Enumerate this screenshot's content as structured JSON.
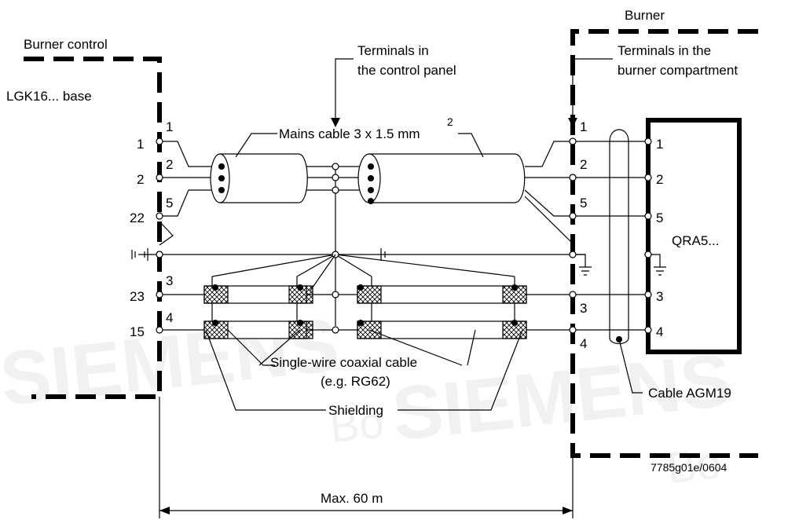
{
  "watermarks": [
    "SIEMENS",
    "SIEMENS",
    "Bo",
    "Bo"
  ],
  "left_unit": {
    "title": "Burner control",
    "base": "LGK16... base",
    "outer_numbers": [
      "1",
      "2",
      "22",
      "23",
      "15"
    ],
    "inner_numbers": [
      "1",
      "2",
      "5",
      "3",
      "4"
    ]
  },
  "right_unit": {
    "title": "Burner",
    "device": "QRA5...",
    "left_numbers": [
      "1",
      "2",
      "5",
      "3",
      "4"
    ],
    "device_numbers": [
      "1",
      "2",
      "5",
      "3",
      "4"
    ]
  },
  "labels": {
    "terminals_control_line1": "Terminals in",
    "terminals_control_line2": "the control panel",
    "terminals_burner_line1": "Terminals in the",
    "terminals_burner_line2": "burner compartment",
    "mains_cable": "Mains cable 3 x 1.5 mm",
    "mains_cable_sup": "2",
    "coax_line1": "Single-wire coaxial cable",
    "coax_line2": "(e.g. RG62)",
    "shielding": "Shielding",
    "cable_agm": "Cable AGM19",
    "max_length": "Max. 60 m",
    "doc_code": "7785g01e/0604"
  }
}
